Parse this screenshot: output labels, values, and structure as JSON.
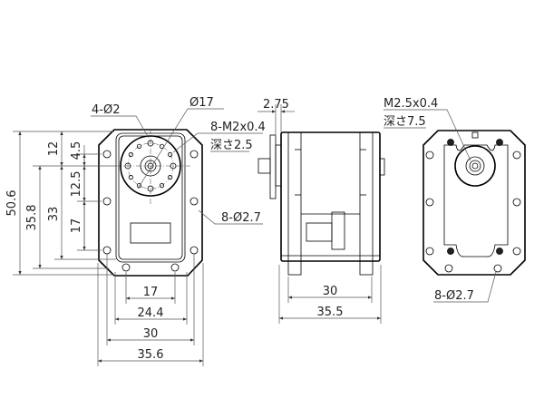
{
  "title": "Servo dimensional drawing",
  "front_view": {
    "callouts": {
      "horn_holes": "4-Ø2",
      "horn_diameter": "Ø17",
      "tap_thread": "8-M2x0.4",
      "tap_depth": "深さ2.5",
      "mount_holes": "8-Ø2.7"
    },
    "vertical_dims": {
      "overall": "50.6",
      "d35_8": "35.8",
      "d33": "33",
      "d12": "12",
      "d4_5": "4.5",
      "d12_5": "12.5",
      "d17": "17"
    },
    "horizontal_dims": {
      "d17": "17",
      "d24_4": "24.4",
      "d30": "30",
      "d35_6": "35.6"
    }
  },
  "side_view": {
    "flange_thickness": "2.75",
    "horizontal_dims": {
      "d30": "30",
      "d35_5": "35.5"
    }
  },
  "back_view": {
    "callouts": {
      "tap_thread": "M2.5x0.4",
      "tap_depth": "深さ7.5",
      "mount_holes": "8-Ø2.7"
    }
  }
}
